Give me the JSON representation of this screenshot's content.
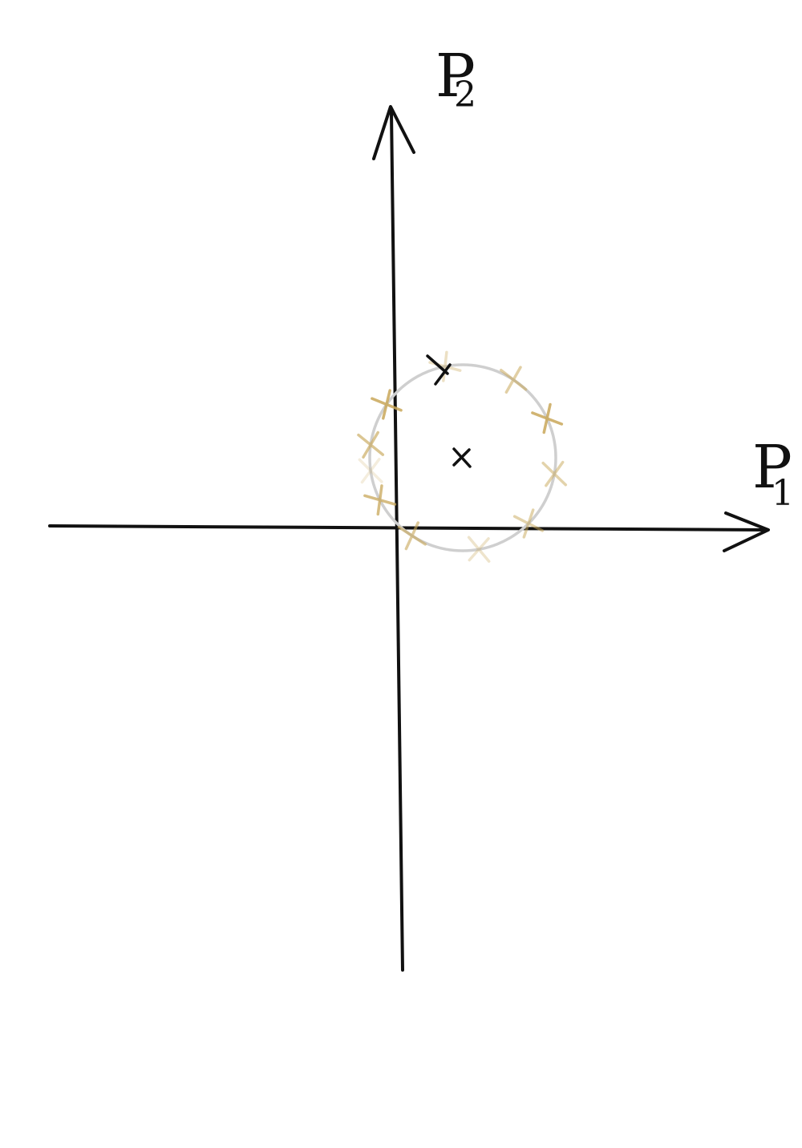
{
  "labels": {
    "x_axis": {
      "letter": "P",
      "subscript": "1"
    },
    "y_axis": {
      "letter": "P",
      "subscript": "2"
    }
  },
  "colors": {
    "axis": "#111111",
    "circle": "#cfcfcf",
    "samples": "#c9a85a",
    "mean": "#111111",
    "highlight": "#111111"
  },
  "marks": {
    "center": {
      "kind": "mean-cross"
    },
    "highlighted_point": {
      "kind": "black-cross"
    },
    "samples": [
      {
        "angle_deg": 101,
        "opacity": 0.35
      },
      {
        "angle_deg": 57,
        "opacity": 0.55
      },
      {
        "angle_deg": 25,
        "opacity": 0.85
      },
      {
        "angle_deg": -10,
        "opacity": 0.5
      },
      {
        "angle_deg": -45,
        "opacity": 0.5
      },
      {
        "angle_deg": -80,
        "opacity": 0.3
      },
      {
        "angle_deg": -123,
        "opacity": 0.6
      },
      {
        "angle_deg": -153,
        "opacity": 0.75
      },
      {
        "angle_deg": 172,
        "opacity": 0.65
      },
      {
        "angle_deg": 145,
        "opacity": 0.85
      },
      {
        "angle_deg": -172,
        "opacity": 0.2
      }
    ]
  }
}
